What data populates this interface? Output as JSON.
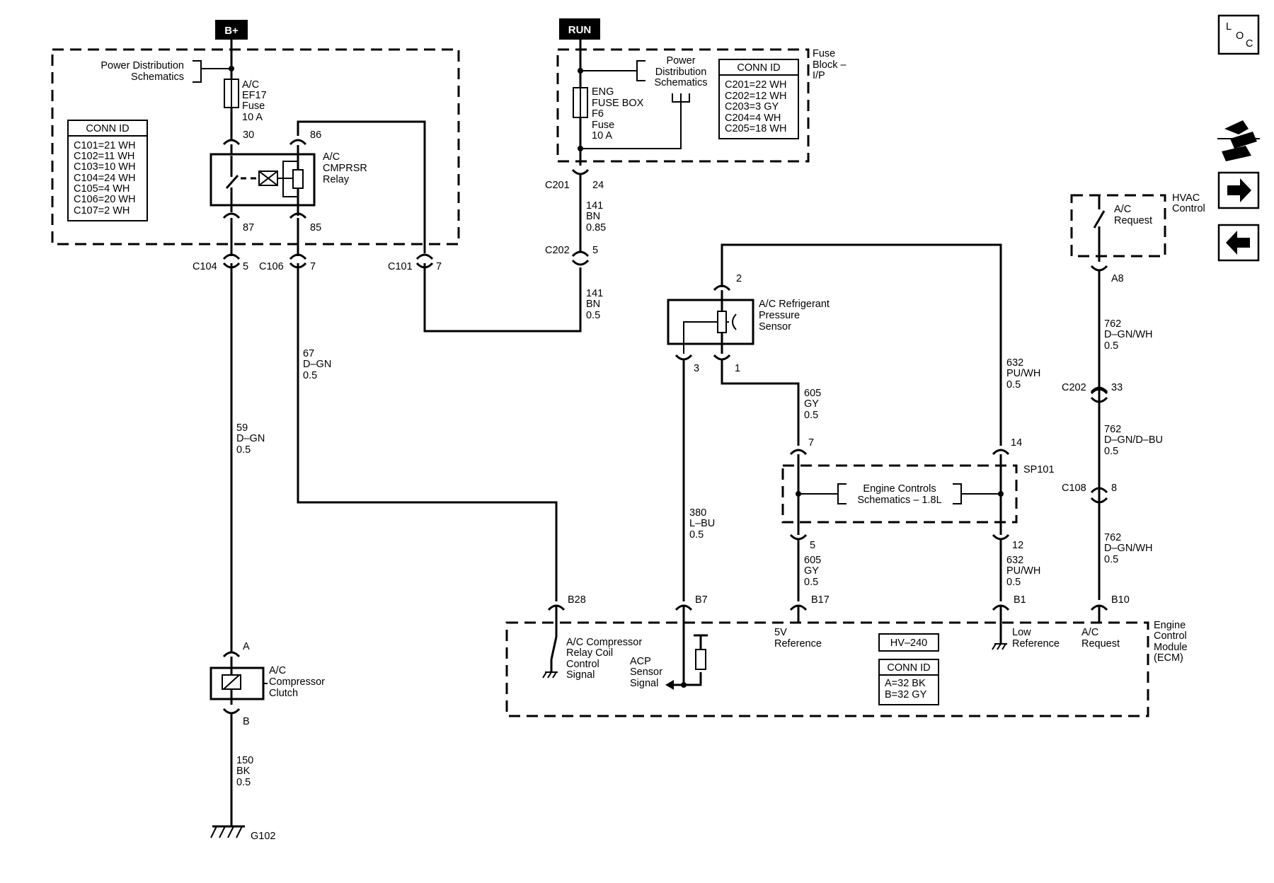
{
  "supplies": {
    "bplus": "B+",
    "run": "RUN"
  },
  "left_block": {
    "power_dist": [
      "Power Distribution",
      "Schematics"
    ],
    "fuse": [
      "A/C",
      "EF17",
      "Fuse",
      "10 A"
    ],
    "pin30": "30",
    "pin86": "86",
    "pin87": "87",
    "pin85": "85",
    "relay": [
      "A/C",
      "CMPRSR",
      "Relay"
    ],
    "conn_title": "CONN ID",
    "conn_rows": [
      "C101=21 WH",
      "C102=11 WH",
      "C103=10 WH",
      "C104=24 WH",
      "C105=4 WH",
      "C106=20 WH",
      "C107=2 WH"
    ]
  },
  "fuse_block": {
    "power_dist": [
      "Power",
      "Distribution",
      "Schematics"
    ],
    "fuse": [
      "ENG",
      "FUSE BOX",
      "F6",
      "Fuse",
      "10 A"
    ],
    "block_label": [
      "Fuse",
      "Block –",
      "I/P"
    ],
    "conn_title": "CONN ID",
    "conn_rows": [
      "C201=22 WH",
      "C202=12 WH",
      "C203=3 GY",
      "C204=4 WH",
      "C205=18 WH"
    ]
  },
  "connectors": {
    "c104": "C104",
    "c104_pin": "5",
    "c106": "C106",
    "c106_pin": "7",
    "c101": "C101",
    "c101_pin": "7",
    "c201": "C201",
    "c201_pin": "24",
    "c202": "C202",
    "c202_pin": "5",
    "c202b": "C202",
    "c202b_pin": "33",
    "c108": "C108",
    "c108_pin": "8"
  },
  "wires": {
    "w141a": [
      "141",
      "BN",
      "0.85"
    ],
    "w141b": [
      "141",
      "BN",
      "0.5"
    ],
    "w67": [
      "67",
      "D–GN",
      "0.5"
    ],
    "w59": [
      "59",
      "D–GN",
      "0.5"
    ],
    "w150": [
      "150",
      "BK",
      "0.5"
    ],
    "w380": [
      "380",
      "L–BU",
      "0.5"
    ],
    "w605a": [
      "605",
      "GY",
      "0.5"
    ],
    "w605b": [
      "605",
      "GY",
      "0.5"
    ],
    "w632a": [
      "632",
      "PU/WH",
      "0.5"
    ],
    "w632b": [
      "632",
      "PU/WH",
      "0.5"
    ],
    "w762a": [
      "762",
      "D–GN/WH",
      "0.5"
    ],
    "w762b": [
      "762",
      "D–GN/D–BU",
      "0.5"
    ],
    "w762c": [
      "762",
      "D–GN/WH",
      "0.5"
    ]
  },
  "clutch": {
    "pinA": "A",
    "pinB": "B",
    "label": [
      "A/C",
      "Compressor",
      "Clutch"
    ],
    "ground": "G102"
  },
  "sensor": {
    "label": [
      "A/C Refrigerant",
      "Pressure",
      "Sensor"
    ],
    "pin1": "1",
    "pin2": "2",
    "pin3": "3"
  },
  "hvac": {
    "switch": [
      "A/C",
      "Request"
    ],
    "label": [
      "HVAC",
      "Control"
    ],
    "pin": "A8"
  },
  "splice": {
    "id": "SP101",
    "label": [
      "Engine Controls",
      "Schematics – 1.8L"
    ],
    "pin7": "7",
    "pin14": "14",
    "pin5": "5",
    "pin12": "12"
  },
  "ecm": {
    "pins": {
      "b28": "B28",
      "b7": "B7",
      "b17": "B17",
      "b1": "B1",
      "b10": "B10"
    },
    "relay_ctrl": [
      "A/C Compressor",
      "Relay Coil",
      "Control",
      "Signal"
    ],
    "acp": [
      "ACP",
      "Sensor",
      "Signal"
    ],
    "ref5v": [
      "5V",
      "Reference"
    ],
    "lowref": [
      "Low",
      "Reference"
    ],
    "acreq": [
      "A/C",
      "Request"
    ],
    "label": [
      "Engine",
      "Control",
      "Module",
      "(ECM)"
    ],
    "hv": "HV–240",
    "conn_title": "CONN ID",
    "conn_rows": [
      "A=32 BK",
      "B=32 GY"
    ]
  },
  "nav": {
    "loc": [
      "L",
      "O",
      "C"
    ]
  }
}
